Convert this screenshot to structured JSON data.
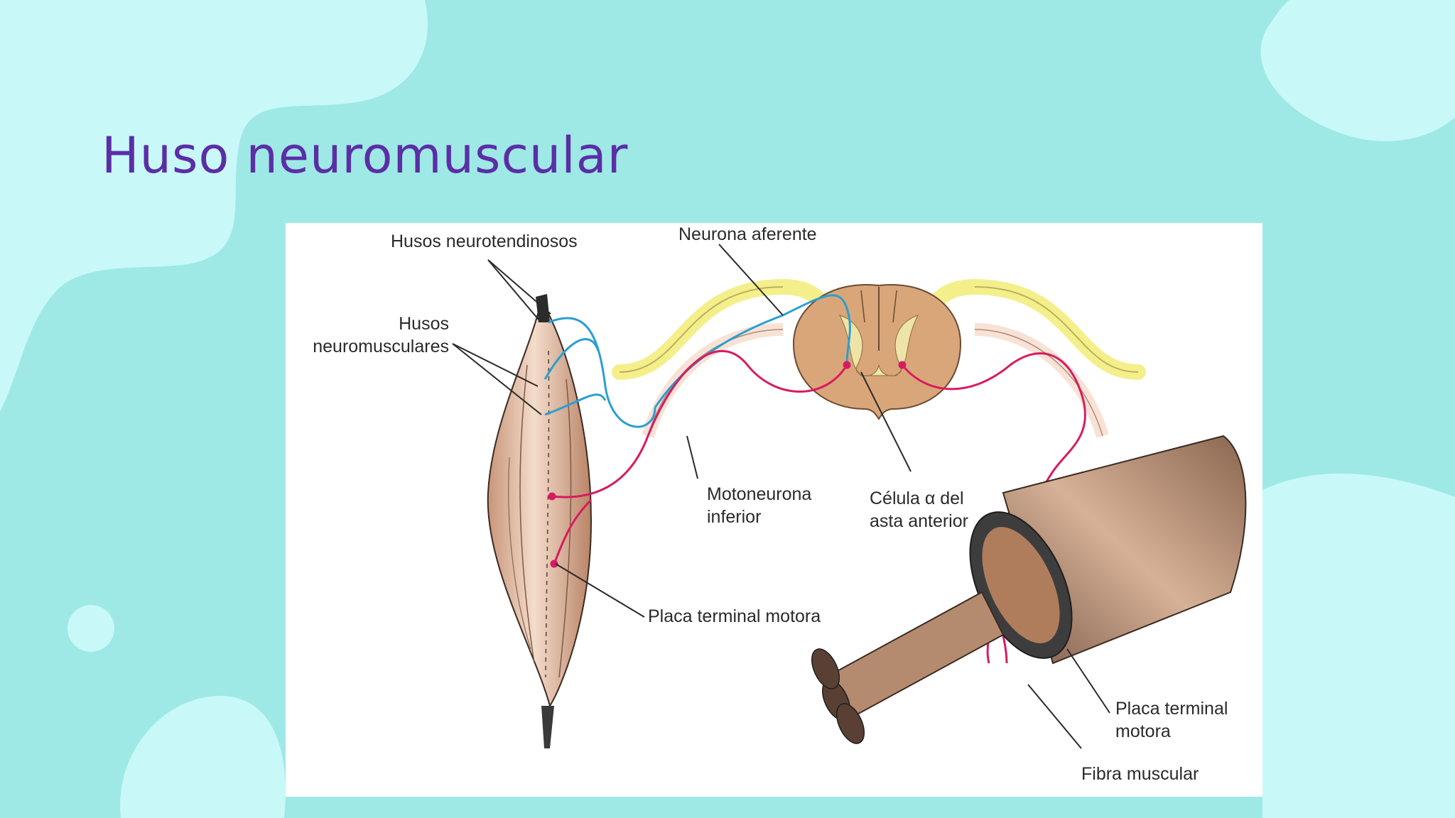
{
  "slide": {
    "title": "Huso neuromuscular"
  },
  "colors": {
    "background": "#9ee9e6",
    "blob": "#c8f8f8",
    "title": "#5b2ea6",
    "afferent_nerve": "#2a9fd0",
    "motor_nerve": "#d81b60",
    "nerve_sheath": "#f4ef8a",
    "spinal_cord": "#d9a679",
    "muscle": "#e6bea2"
  },
  "diagram": {
    "labels": {
      "husos_neurotendinosos": "Husos neurotendinosos",
      "husos_neuromusculares_1": "Husos",
      "husos_neuromusculares_2": "neuromusculares",
      "neurona_aferente": "Neurona aferente",
      "motoneurona_1": "Motoneurona",
      "motoneurona_2": "inferior",
      "celula_1": "Célula α del",
      "celula_2": "asta anterior",
      "placa_terminal_left": "Placa terminal motora",
      "placa_terminal_right_1": "Placa terminal",
      "placa_terminal_right_2": "motora",
      "fibra_muscular": "Fibra muscular"
    }
  }
}
